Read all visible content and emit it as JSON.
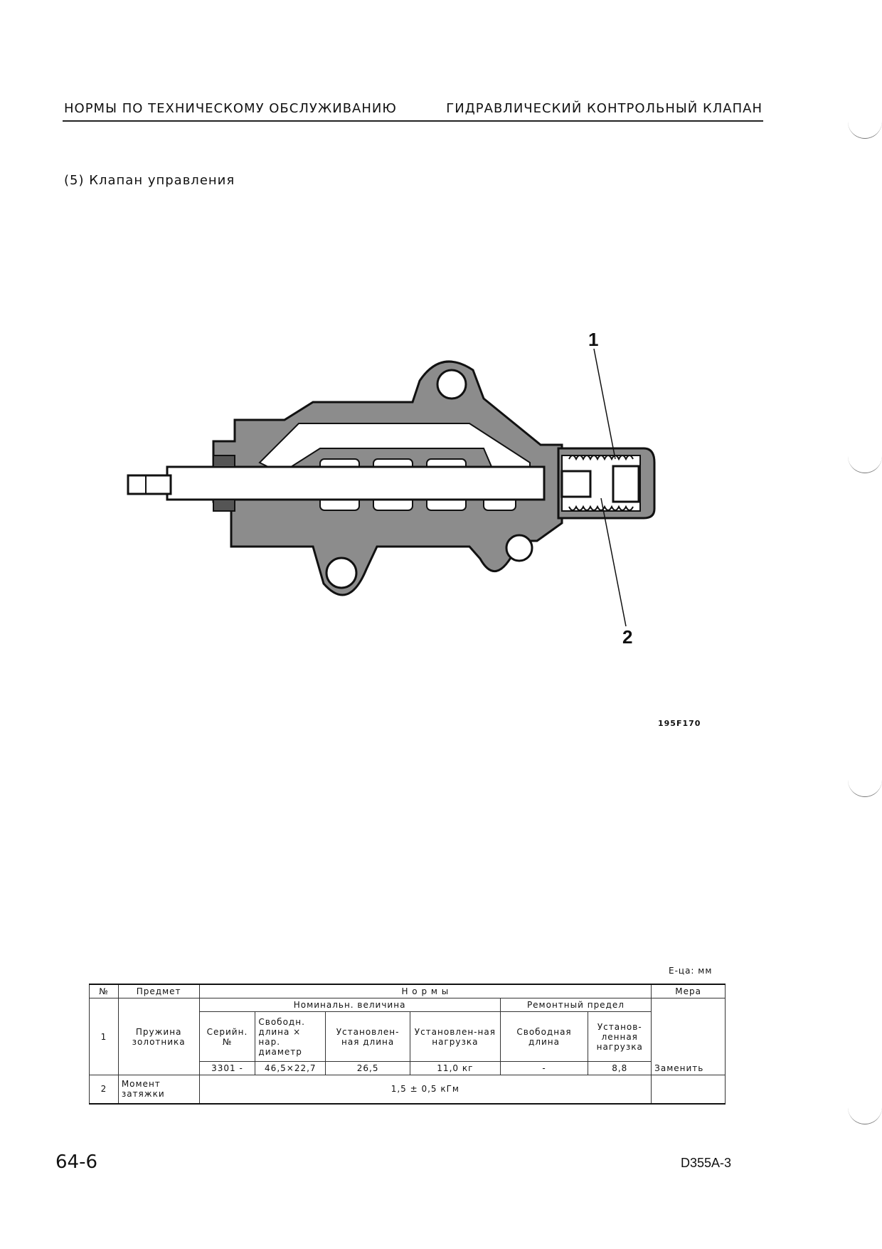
{
  "header": {
    "left": "НОРМЫ ПО ТЕХНИЧЕСКОМУ ОБСЛУЖИВАНИЮ",
    "right": "ГИДРАВЛИЧЕСКИЙ КОНТРОЛЬНЫЙ КЛАПАН"
  },
  "section_title": "(5) Клапан управления",
  "figure": {
    "callout_1": "1",
    "callout_2": "2",
    "code": "195F170"
  },
  "table": {
    "unit": "Е-ца: мм",
    "col_no": "№",
    "col_item": "Предмет",
    "col_norms": "Н о р м ы",
    "col_action": "Мера",
    "nominal": "Номинальн. величина",
    "repair": "Ремонтный предел",
    "serial": "Серийн. №",
    "free_len_dia": "Свободн. длина × нар. диаметр",
    "installed_len": "Установлен-ная длина",
    "installed_load": "Установлен-ная нагрузка",
    "repair_free_len": "Свободная длина",
    "repair_installed_load": "Установ-ленная нагрузка",
    "rows": [
      {
        "no": "1",
        "item": "Пружина золотника",
        "serial": "3301 -",
        "free_len_dia": "46,5×22,7",
        "installed_len": "26,5",
        "installed_load": "11,0 кг",
        "repair_free_len": "-",
        "repair_installed_load": "8,8",
        "action": "Заменить"
      },
      {
        "no": "2",
        "item": "Момент затяжки",
        "value": "1,5 ± 0,5 кГм"
      }
    ]
  },
  "footer": {
    "page": "64-6",
    "model": "D355A-3"
  }
}
